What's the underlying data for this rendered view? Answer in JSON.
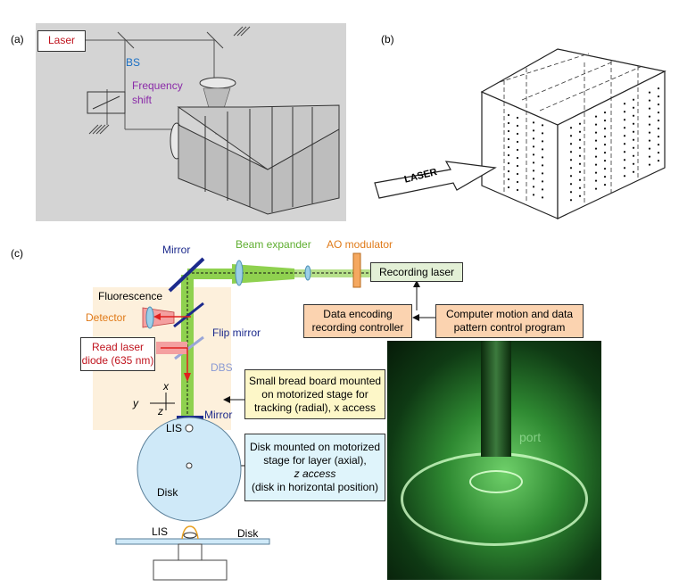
{
  "panel_a": {
    "tag": "(a)",
    "laser": "Laser",
    "bs": "BS",
    "freq_line1": "Frequency",
    "freq_line2": "shift"
  },
  "panel_b": {
    "tag": "(b)",
    "laser": "LASER"
  },
  "panel_c": {
    "tag": "(c)",
    "mirror_top": "Mirror",
    "beam_expander": "Beam expander",
    "ao_modulator": "AO modulator",
    "recording_laser": "Recording laser",
    "fluorescence": "Fluorescence",
    "detector": "Detector",
    "flip_mirror": "Flip mirror",
    "read_laser_line1": "Read laser",
    "read_laser_line2": "diode (635 nm)",
    "dbs": "DBS",
    "data_enc_line1": "Data encoding",
    "data_enc_line2": "recording controller",
    "computer_line1": "Computer motion and data",
    "computer_line2": "pattern control program",
    "board_line1": "Small bread board mounted",
    "board_line2": "on motorized stage for",
    "board_line3": "tracking (radial), x access",
    "axis_x": "x",
    "axis_y": "y",
    "axis_z": "z",
    "mirror_bottom": "Mirror",
    "lis": "LIS",
    "disk": "Disk",
    "disk_box_line1": "Disk mounted on motorized",
    "disk_box_line2": "stage for layer (axial),",
    "disk_box_line3": "z access",
    "disk_box_line4": "(disk in horizontal position)",
    "lis_side": "LIS",
    "disk_side": "Disk",
    "photo_watermark": "port"
  },
  "colors": {
    "laser_red": "#c0141e",
    "bs_blue": "#1a6fc4",
    "freq_purple": "#8a2aa8",
    "beam_green": "#8fd14f",
    "ao_orange": "#e07b1a",
    "mirror_navy": "#1c2a8c",
    "box_peach": "#fbd3b0",
    "box_yellow": "#fdf7c8",
    "box_cyan": "#dff4fb",
    "box_lightgreen": "#e3f0d6",
    "disk_blue": "#cfe9f8"
  }
}
